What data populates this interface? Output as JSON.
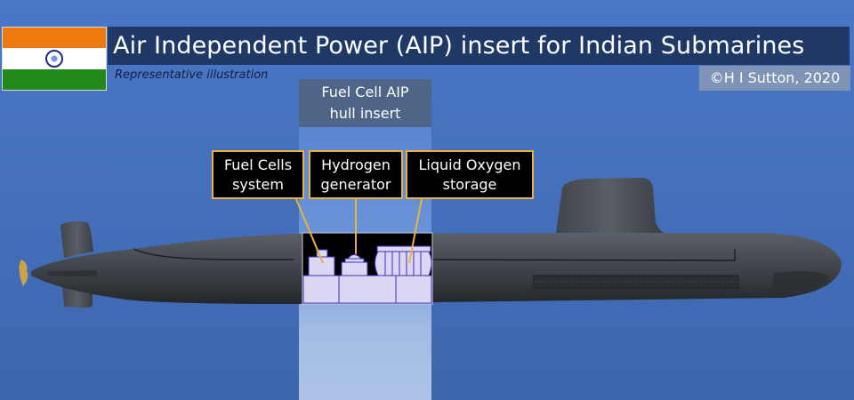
{
  "header": {
    "title": "Air Independent Power (AIP) insert for Indian Submarines",
    "subtitle": "Representative illustration",
    "credit": "©H I Sutton, 2020",
    "flag": "India"
  },
  "diagram": {
    "insert_label_line1": "Fuel Cell AIP",
    "insert_label_line2": "hull insert",
    "callouts": [
      {
        "line1": "Fuel Cells",
        "line2": "system"
      },
      {
        "line1": "Hydrogen",
        "line2": "generator"
      },
      {
        "line1": "Liquid Oxygen",
        "line2": "storage"
      }
    ]
  },
  "colors": {
    "background": "#4470bd",
    "title_bar": "#1f3866",
    "callout_border": "#e8b23c",
    "module_fill": "#ddd6f5",
    "module_stroke": "#3a33b8",
    "hull": "#3c4248"
  }
}
